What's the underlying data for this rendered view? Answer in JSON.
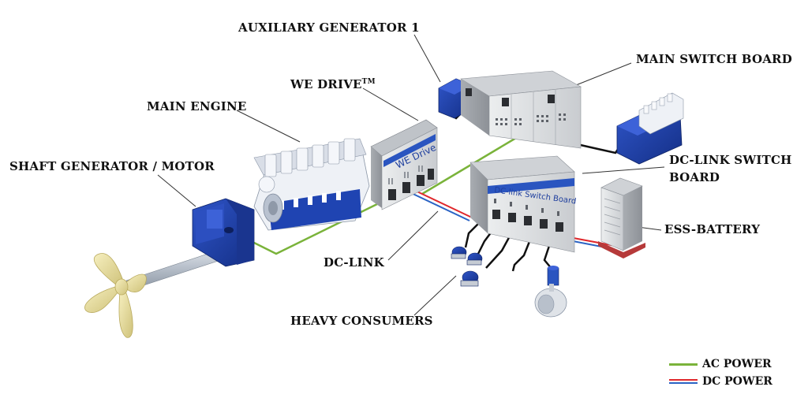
{
  "labels": {
    "aux_gen": "AUXILIARY GENERATOR 1",
    "main_switch": "MAIN SWITCH BOARD",
    "we_drive": "WE DRIVE",
    "we_drive_tm": "TM",
    "main_engine": "MAIN ENGINE",
    "shaft_gen": "SHAFT GENERATOR / MOTOR",
    "dc_switch_1": "DC-LINK SWITCH",
    "dc_switch_2": "BOARD",
    "ess_battery": "ESS-BATTERY",
    "dc_link": "DC-LINK",
    "heavy_consumers": "HEAVY CONSUMERS"
  },
  "device_text": {
    "we_drive_panel": "WE Drive",
    "dc_panel": "DC-link Switch Board"
  },
  "legend": {
    "ac": "AC POWER",
    "dc": "DC POWER"
  },
  "colors": {
    "ac_line": "#7ab33a",
    "dc_red": "#e0282c",
    "dc_blue": "#2a63c4",
    "equipment_blue": "#1e3fa8",
    "cabinet_grey": "#d8dadd"
  }
}
